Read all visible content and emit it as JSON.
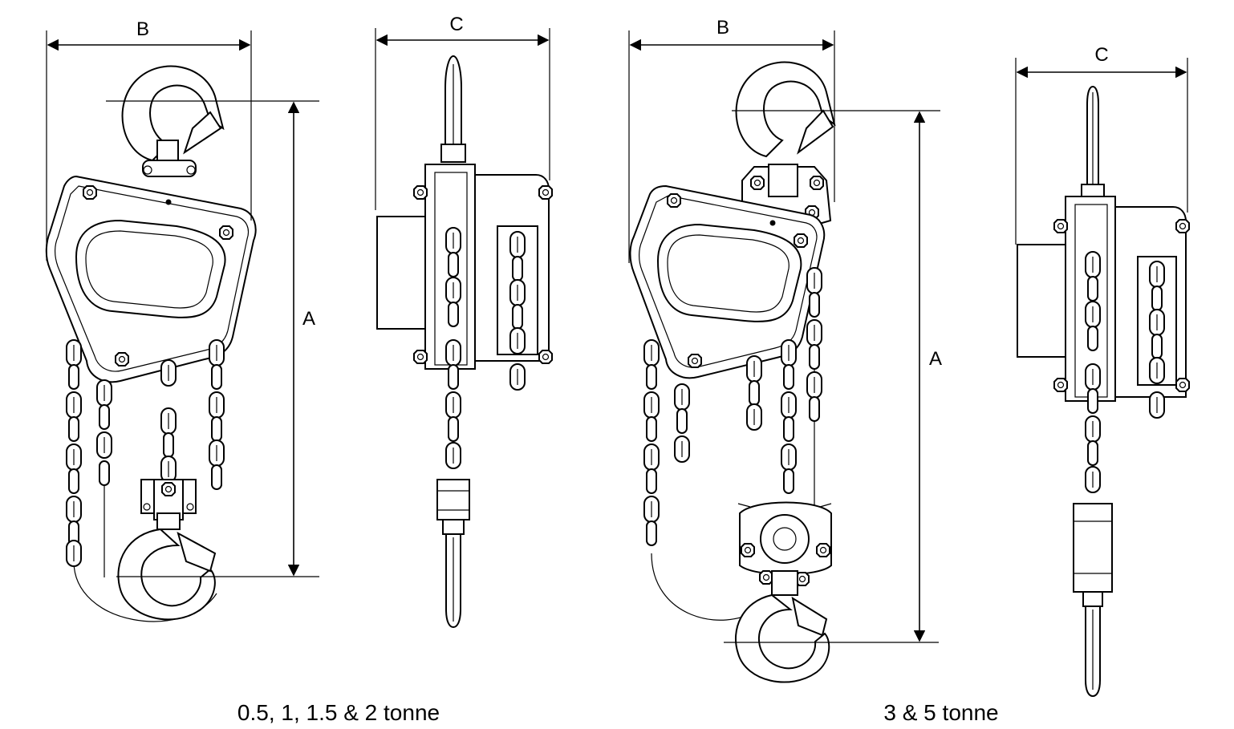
{
  "dimensions": {
    "left_b": "B",
    "left_c": "C",
    "left_a": "A",
    "right_b": "B",
    "right_c": "C",
    "right_a": "A"
  },
  "captions": {
    "left": "0.5, 1, 1.5 & 2 tonne",
    "right": "3 & 5 tonne"
  },
  "colors": {
    "line": "#000000",
    "background": "#ffffff"
  }
}
